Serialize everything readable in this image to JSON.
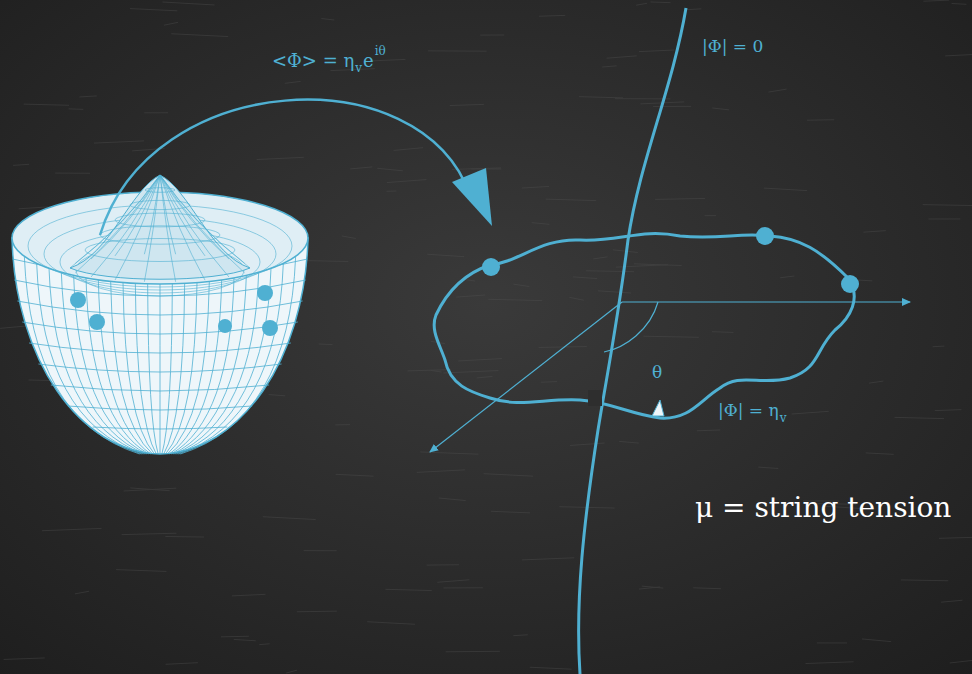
{
  "diagram": {
    "labels": [
      "<Φ> = η",
      "v",
      "e",
      "iθ",
      "|Φ| = 0",
      "θ",
      "|Φ| = η",
      "v",
      "μ = string tension"
    ]
  }
}
